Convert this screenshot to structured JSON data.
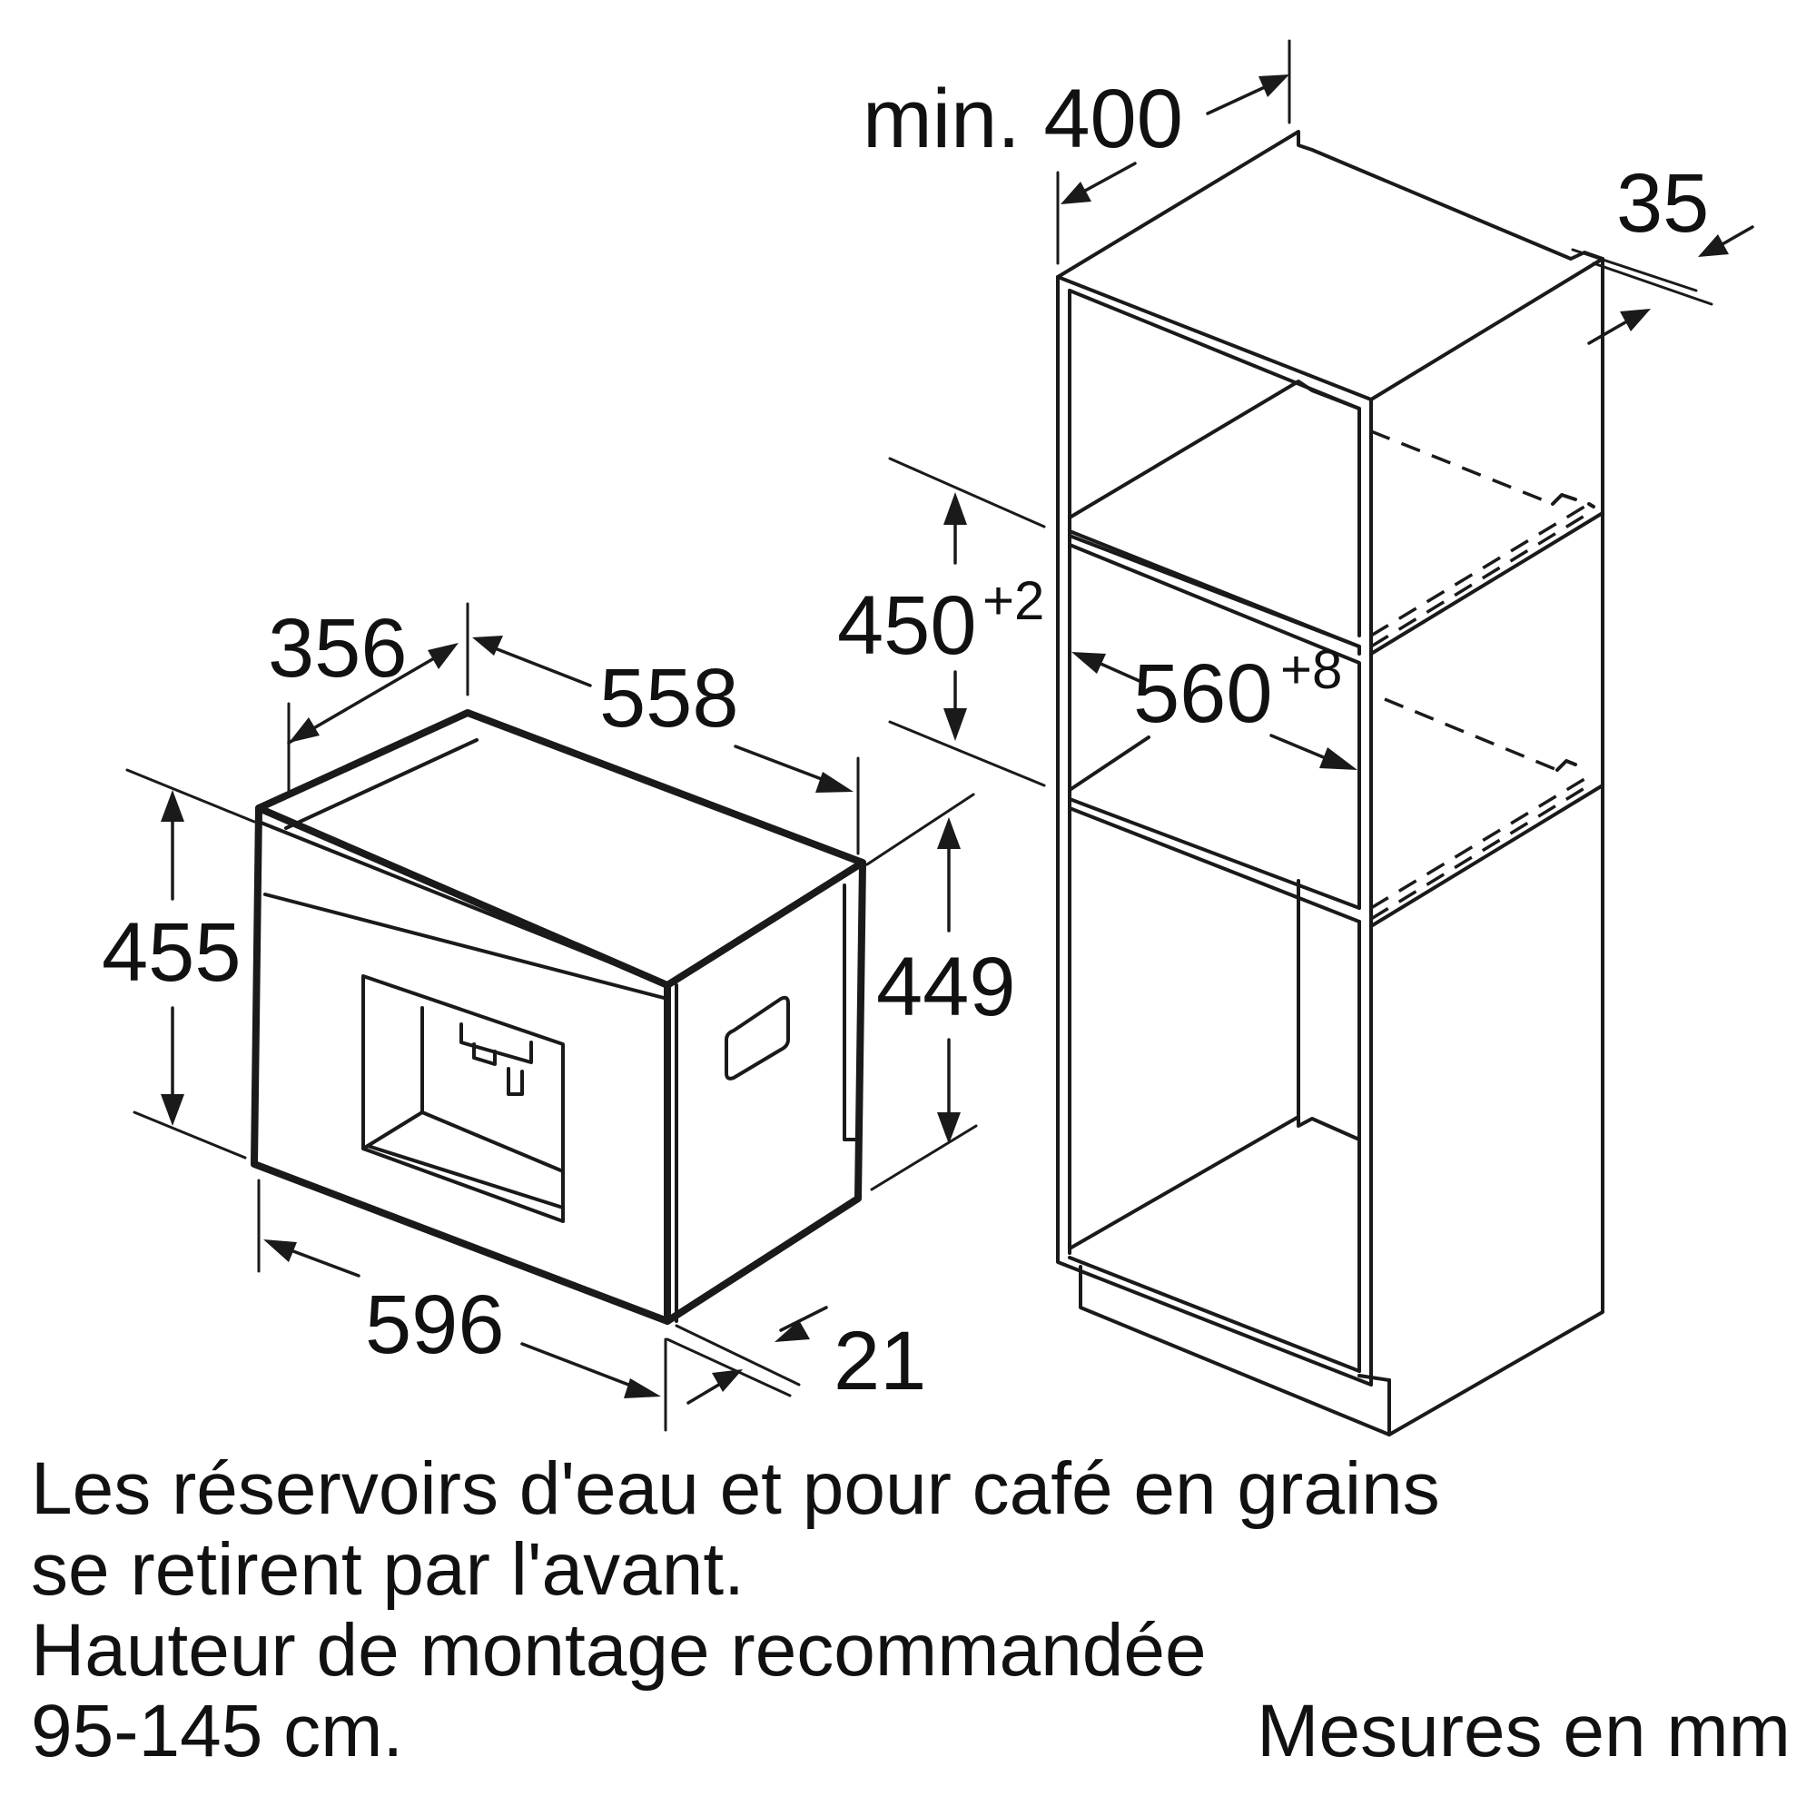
{
  "appliance": {
    "dims": {
      "depth": "356",
      "width": "558",
      "height_total": "455",
      "height_body": "449",
      "front_width": "596",
      "front_depth": "21"
    }
  },
  "cabinet": {
    "dims": {
      "min_depth": "min. 400",
      "back_gap": "35",
      "niche_height": "450",
      "niche_height_tol": "+2",
      "niche_width": "560",
      "niche_width_tol": "+8"
    }
  },
  "notes": {
    "line1": "Les réservoirs d'eau et pour café en grains",
    "line2": "se retirent par l'avant.",
    "line3": "Hauteur de montage recommandée",
    "line4": "95-145 cm."
  },
  "unit_note": "Mesures en mm"
}
